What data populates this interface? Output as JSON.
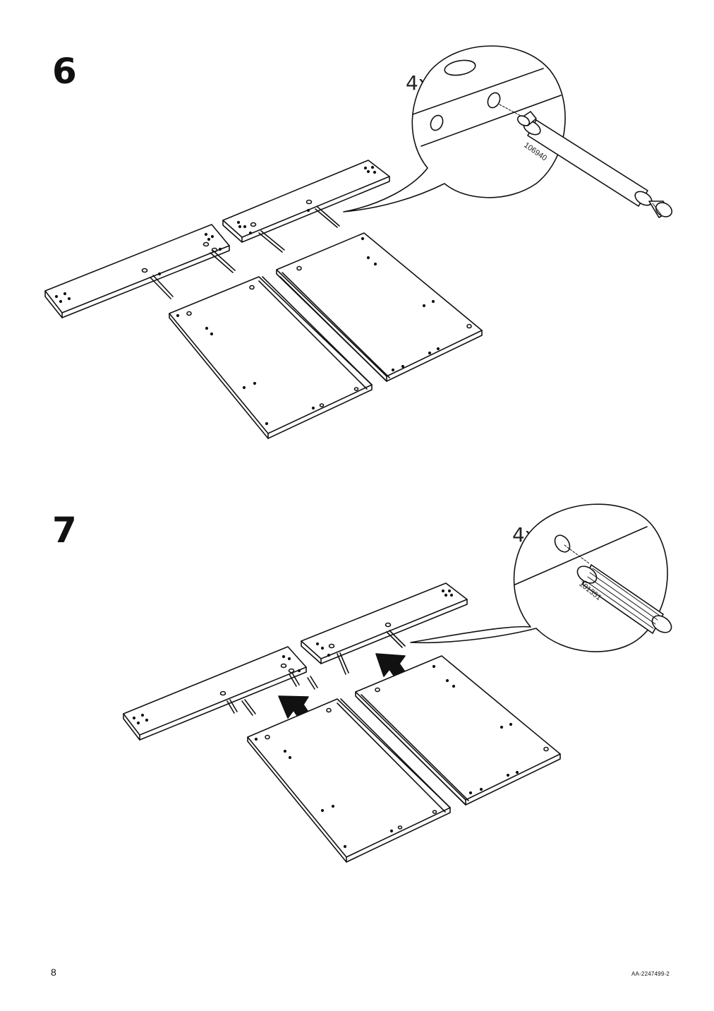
{
  "steps": [
    {
      "number": "6",
      "quantity": "4x",
      "part_number": "106940"
    },
    {
      "number": "7",
      "quantity": "4x",
      "part_number": "101351"
    }
  ],
  "footer": {
    "page_number": "8",
    "document_code": "AA-2247499-2"
  },
  "colors": {
    "ink": "#111111",
    "paper": "#ffffff"
  }
}
